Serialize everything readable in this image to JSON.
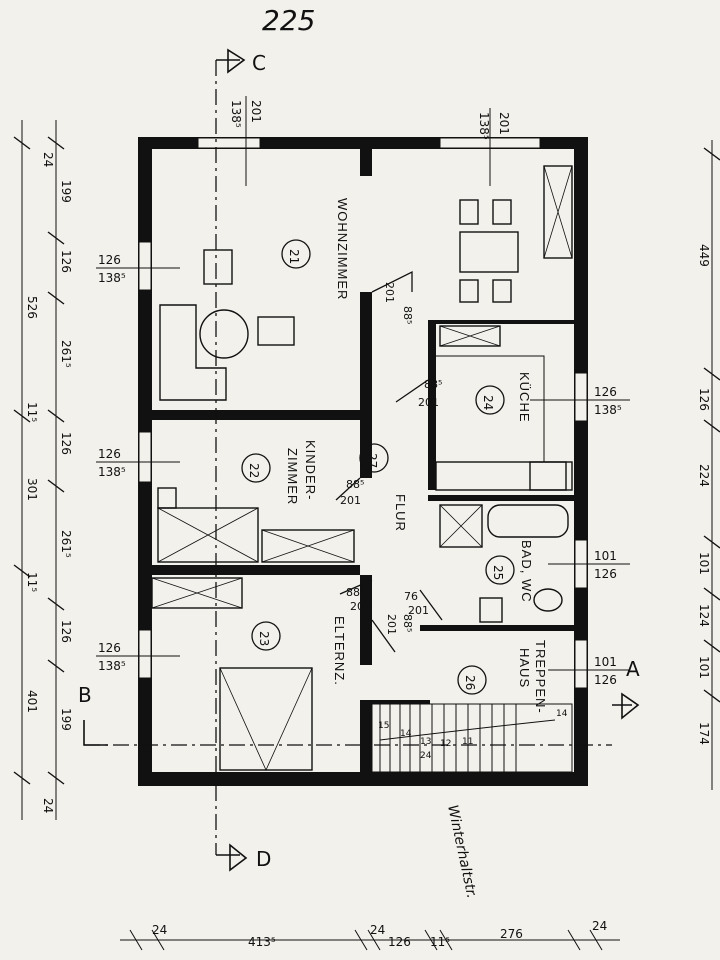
{
  "page_number": "225",
  "rooms": [
    {
      "id": "wohnzimmer",
      "name": "WOHNZIMMER",
      "number": "21"
    },
    {
      "id": "kinderzimmer",
      "name_line1": "KINDER-",
      "name_line2": "ZIMMER",
      "number": "22"
    },
    {
      "id": "elternzimmer",
      "name": "ELTERNZ.",
      "number": "23"
    },
    {
      "id": "kueche",
      "name": "KÜCHE",
      "number": "24"
    },
    {
      "id": "bad",
      "name": "BAD, WC",
      "number": "25"
    },
    {
      "id": "treppenhaus",
      "name_line1": "TREPPEN-",
      "name_line2": "HAUS",
      "number": "26"
    },
    {
      "id": "flur",
      "name": "FLUR",
      "number": "27"
    }
  ],
  "sections": {
    "top": "C",
    "bottom": "D",
    "left": "B",
    "right": "A"
  },
  "window_labels": [
    {
      "top": "201",
      "bottom": "138⁵"
    },
    {
      "top": "201",
      "bottom": "138⁵"
    },
    {
      "top": "126",
      "bottom": "138⁵"
    },
    {
      "top": "126",
      "bottom": "138⁵"
    },
    {
      "top": "126",
      "bottom": "138⁵"
    },
    {
      "top": "126",
      "bottom": "138⁵"
    },
    {
      "top": "101",
      "bottom": "126"
    },
    {
      "top": "101",
      "bottom": "126"
    }
  ],
  "door_labels": [
    {
      "top": "88⁵",
      "bottom": "201"
    },
    {
      "top": "88⁵",
      "bottom": "201"
    },
    {
      "top": "88⁵",
      "bottom": "201"
    },
    {
      "top": "88⁵",
      "bottom": "201"
    },
    {
      "top": "88⁵",
      "bottom": "201"
    },
    {
      "top": "76",
      "bottom": "201"
    }
  ],
  "left_dimensions_inner": [
    "24",
    "199",
    "126",
    "261⁵",
    "126",
    "261⁵",
    "126",
    "199",
    "24"
  ],
  "left_dimensions_outer": [
    "526",
    "11⁵",
    "301",
    "11⁵",
    "401"
  ],
  "right_dimensions": [
    "449",
    "126",
    "224",
    "101",
    "124",
    "101",
    "174"
  ],
  "bottom_dimensions": [
    "24",
    "413⁵",
    "24",
    "126",
    "11⁵",
    "276",
    "24"
  ],
  "stair_numbers": [
    "15",
    "14",
    "13",
    "12",
    "11",
    "14",
    "24"
  ],
  "handwriting": "Winterhaltstr."
}
